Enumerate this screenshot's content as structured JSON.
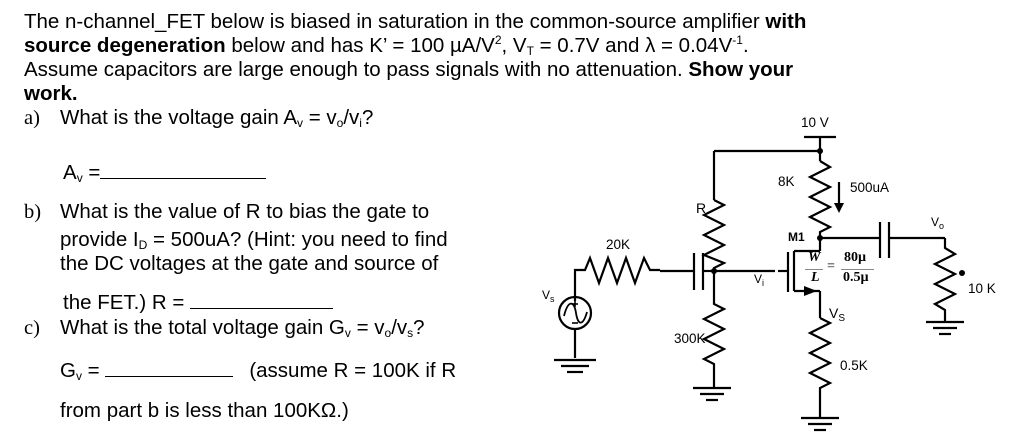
{
  "problem": {
    "intro": {
      "l1_a": "The n-channel_FET below is biased in saturation in the common-source amplifier ",
      "l1_b": "with",
      "l2_a": "source degeneration",
      "l2_b": " below and has K’ = 100 µA/V",
      "l2_sup1": "2",
      "l2_c": ", V",
      "l2_sub1": "T",
      "l2_d": " = 0.7V and λ = 0.04V",
      "l2_sup2": "-1",
      "l2_e": ".",
      "l3_a": "Assume capacitors are large enough to pass signals with no attenuation. ",
      "l3_b": "Show your",
      "l4": "work."
    },
    "part_a": {
      "marker": "a)",
      "q1": "What is the voltage gain A",
      "q_sub": "v",
      "q2": " = v",
      "q_sub2": "o",
      "q3": "/v",
      "q_sub3": "i",
      "q4": "?",
      "answer_label": "A",
      "answer_sub": "v",
      "answer_eq": " =",
      "answer_value": ""
    },
    "part_b": {
      "marker": "b)",
      "l1": "What is the value of R to bias the gate to",
      "l2_a": "provide I",
      "l2_sub": "D",
      "l2_b": " = 500uA? (Hint: you need to find",
      "l3": "the DC voltages at the gate and source of",
      "l4": "the FET.)  R = ",
      "answer_value": ""
    },
    "part_c": {
      "marker": "c)",
      "q1": "What is the total voltage gain G",
      "q_sub": "v",
      "q2": " = v",
      "q_sub2": "o",
      "q3": "/v",
      "q_sub3": "s",
      "q4": "?",
      "answer_label": "G",
      "answer_sub": "v",
      "answer_eq": " = ",
      "answer_value": "",
      "note1": "(assume R = 100K if R",
      "note2": "from part b is less than 100KΩ.)"
    }
  },
  "circuit": {
    "supply": "10 V",
    "r_drain": "8K",
    "drain_current": "500uA",
    "r_bias_top": "R",
    "r_source_series": "20K",
    "r_bias_bottom": "300K",
    "source_label": "V",
    "source_label_sub": "s",
    "node_vi": "V",
    "node_vi_sub": "i",
    "transistor": "M1",
    "wl_num_w": "W",
    "wl_den_l": "L",
    "wl_eq": "=",
    "wl_num_val": "80µ",
    "wl_den_val": "0.5µ",
    "node_vs": "V",
    "node_vs_sub": "S",
    "r_source": "0.5K",
    "node_vo": "V",
    "node_vo_sub": "o",
    "r_load": "10 K"
  }
}
